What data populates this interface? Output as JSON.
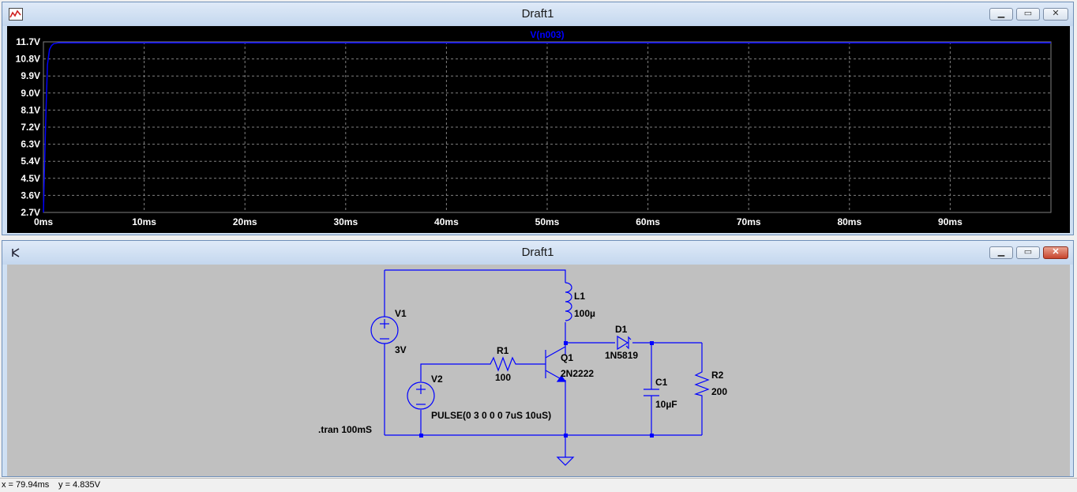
{
  "waveform_window": {
    "title": "Draft1",
    "trace_label": "V(n003)",
    "y_ticks": [
      "11.7V",
      "10.8V",
      "9.9V",
      "9.0V",
      "8.1V",
      "7.2V",
      "6.3V",
      "5.4V",
      "4.5V",
      "3.6V",
      "2.7V"
    ],
    "x_ticks": [
      "0ms",
      "10ms",
      "20ms",
      "30ms",
      "40ms",
      "50ms",
      "60ms",
      "70ms",
      "80ms",
      "90ms"
    ],
    "colors": {
      "background": "#000000",
      "trace": "#0000ff",
      "grid": "#808080",
      "label": "#ffffff"
    }
  },
  "chart_data": {
    "type": "line",
    "title": "",
    "series": [
      {
        "name": "V(n003)",
        "x": [
          0,
          0.1,
          0.25,
          0.4,
          0.6,
          0.8,
          1.0,
          1.5,
          3,
          10,
          50,
          100
        ],
        "y": [
          2.7,
          5.0,
          8.0,
          10.5,
          11.3,
          11.5,
          11.6,
          11.65,
          11.65,
          11.65,
          11.65,
          11.65
        ]
      }
    ],
    "xlabel": "",
    "ylabel": "",
    "xlim": [
      0,
      100
    ],
    "ylim": [
      2.7,
      11.7
    ],
    "x_unit": "ms",
    "y_unit": "V",
    "grid": true
  },
  "schematic_window": {
    "title": "Draft1",
    "components": {
      "v1": {
        "name": "V1",
        "value": "3V"
      },
      "v2": {
        "name": "V2",
        "value": "PULSE(0 3 0 0 0 7uS 10uS)"
      },
      "r1": {
        "name": "R1",
        "value": "100"
      },
      "q1": {
        "name": "Q1",
        "value": "2N2222"
      },
      "l1": {
        "name": "L1",
        "value": "100µ"
      },
      "d1": {
        "name": "D1",
        "value": "1N5819"
      },
      "c1": {
        "name": "C1",
        "value": "10µF"
      },
      "r2": {
        "name": "R2",
        "value": "200"
      }
    },
    "directive": ".tran 100mS",
    "colors": {
      "background": "#c0c0c0",
      "wire": "#0000ff",
      "text": "#000000"
    }
  },
  "status_bar": {
    "x_readout": "x = 79.94ms",
    "y_readout": "y = 4.835V"
  },
  "window_buttons": {
    "minimize": "▁",
    "restore": "▭",
    "close": "✕"
  }
}
